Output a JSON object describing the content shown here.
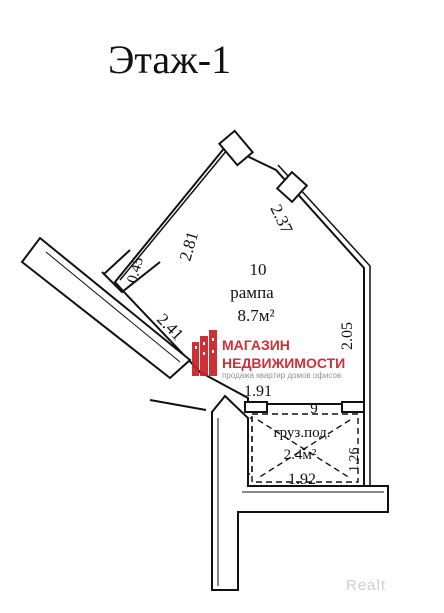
{
  "floor_title": "Этаж-1",
  "rooms": [
    {
      "number": "10",
      "name": "рампа",
      "area": "8.7м²"
    },
    {
      "number": "9",
      "name": "груз.под.",
      "area": "2.4м²"
    }
  ],
  "dimensions": {
    "d281": "2.81",
    "d237": "2.37",
    "d045": "0.45",
    "d241": "2.41",
    "d205": "2.05",
    "d191": "1.91",
    "d192": "1.92",
    "d126": "1.26"
  },
  "watermark": {
    "brand_line1": "МАГАЗИН",
    "brand_line2": "НЕДВИЖИМОСТИ",
    "tagline": "продажа квартир домов офисов",
    "accent_color": "#cc1f26"
  },
  "corner_watermark": "Realt"
}
